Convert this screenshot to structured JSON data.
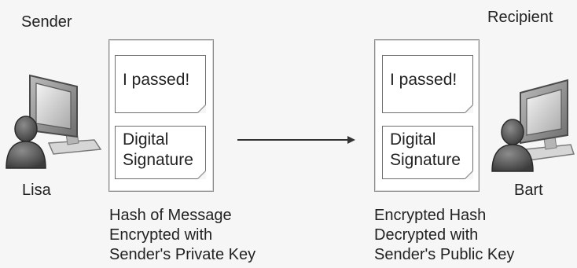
{
  "sender": {
    "heading": "Sender",
    "name": "Lisa",
    "icon": "user-at-computer-icon",
    "document": {
      "message": "I passed!",
      "signature": [
        "Digital",
        "Signature"
      ]
    },
    "caption": [
      "Hash of Message",
      "Encrypted with",
      "Sender's Private Key"
    ]
  },
  "recipient": {
    "heading": "Recipient",
    "name": "Bart",
    "icon": "user-at-computer-icon",
    "document": {
      "message": "I passed!",
      "signature": [
        "Digital",
        "Signature"
      ]
    },
    "caption": [
      "Encrypted Hash",
      "Decrypted with",
      "Sender's Public Key"
    ]
  },
  "arrow_icon": "right-arrow-icon"
}
